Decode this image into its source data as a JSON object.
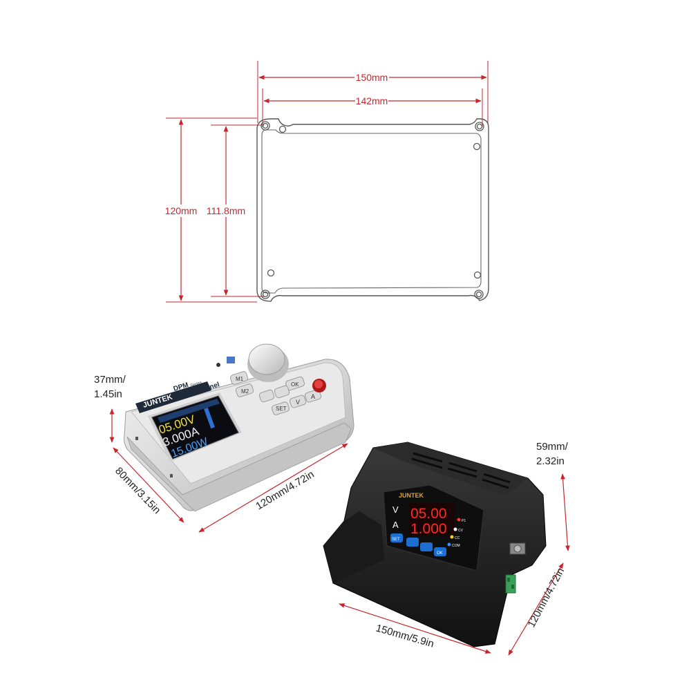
{
  "top_drawing": {
    "width_outer": "150mm",
    "width_inner": "142mm",
    "height_outer": "120mm",
    "height_inner": "111.8mm",
    "colors": {
      "dimension": "#c8262d",
      "outline": "#555555"
    }
  },
  "control_panel": {
    "height_label_line1": "37mm/",
    "height_label_line2": "1.45in",
    "depth_label": "80mm/3.15in",
    "width_label": "120mm/4.72in",
    "device": {
      "brand": "JUNTEK",
      "model": "DPM",
      "series": "Series",
      "subtitle": "Control Panel",
      "screen_voltage": "05.00V",
      "screen_current": "3.000A",
      "screen_set": "15.00W",
      "keys": {
        "m1": "M1",
        "m2": "M2",
        "ok": "OK",
        "set": "SET",
        "v": "V",
        "a": "A"
      }
    }
  },
  "power_module": {
    "height_label_line1": "59mm/",
    "height_label_line2": "2.32in",
    "width_label": "150mm/5.9in",
    "depth_label": "120mm/4.72in",
    "device": {
      "brand": "JUNTEK",
      "voltage_readout": "05.00",
      "current_readout": "1.000",
      "label_v": "V",
      "label_a": "A",
      "led_1": "P1",
      "led_2": "CV",
      "led_3": "CC",
      "led_4": "COM",
      "btn_set": "SET",
      "btn_ok": "OK"
    }
  }
}
